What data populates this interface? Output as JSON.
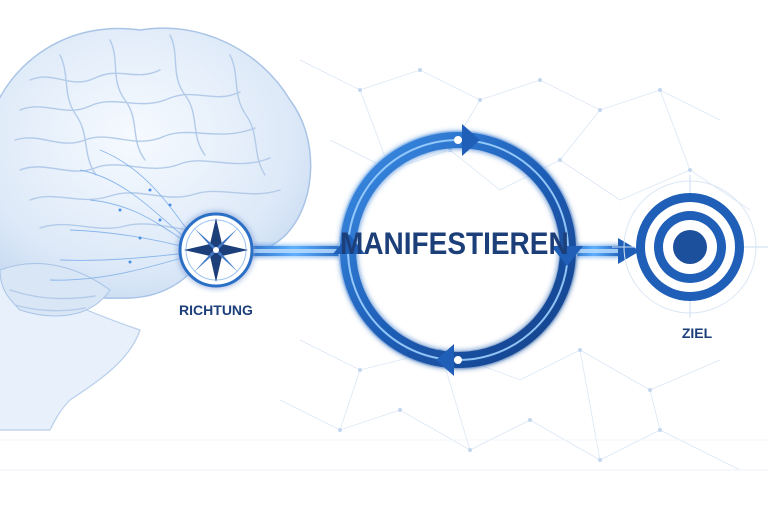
{
  "diagram": {
    "center_label": "MANIFESTIEREN",
    "direction_label": "RICHTUNG",
    "goal_label": "ZIEL"
  },
  "icons": {
    "brain": "brain-icon",
    "compass": "compass-icon",
    "target": "target-icon",
    "cycle": "cycle-arrows-icon",
    "arrow": "arrow-right-icon"
  },
  "colors": {
    "primary": "#1f5fb8",
    "dark_navy": "#1c3f7a",
    "light_blue": "#cfe0f5",
    "glow": "#4aa3ff"
  }
}
